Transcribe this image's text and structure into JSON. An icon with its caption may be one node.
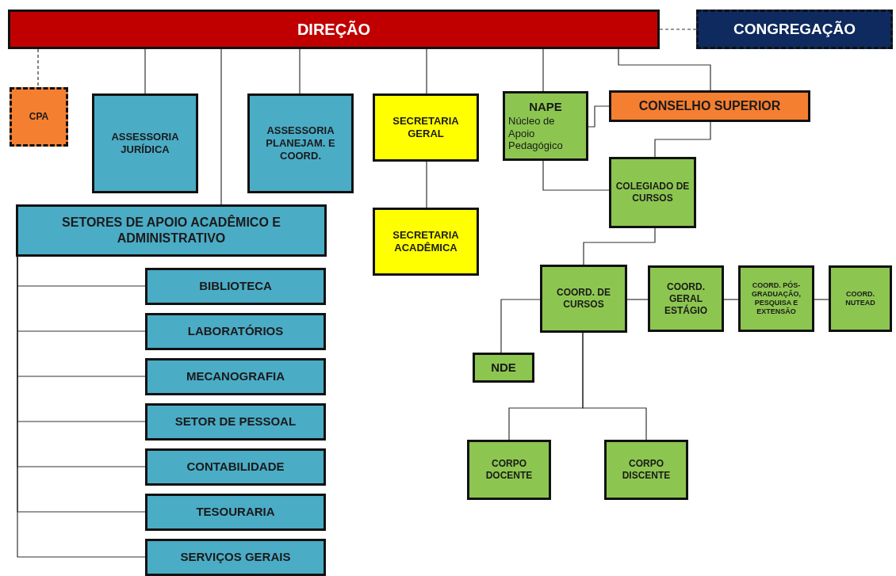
{
  "diagram": {
    "nodes": [
      {
        "text": [
          "DIREÇÃO"
        ]
      },
      {
        "text": [
          "CONGREGAÇÃO"
        ]
      },
      {
        "text": [
          "CPA"
        ]
      },
      {
        "text": [
          "ASSESSORIA JURÍDICA"
        ]
      },
      {
        "text": [
          "ASSESSORIA PLANEJAM. E COORD."
        ]
      },
      {
        "text": [
          "SECRETARIA GERAL"
        ]
      },
      {
        "text": [
          "NAPE",
          "Núcleo de Apoio Pedagógico"
        ]
      },
      {
        "text": [
          "CONSELHO SUPERIOR"
        ]
      },
      {
        "text": [
          "SETORES DE APOIO ACADÊMICO E ADMINISTRATIVO"
        ]
      },
      {
        "text": [
          "SECRETARIA ACADÊMICA"
        ]
      },
      {
        "text": [
          "COLEGIADO DE CURSOS"
        ]
      },
      {
        "text": [
          "BIBLIOTECA"
        ]
      },
      {
        "text": [
          "LABORATÓRIOS"
        ]
      },
      {
        "text": [
          "MECANOGRAFIA"
        ]
      },
      {
        "text": [
          "SETOR DE PESSOAL"
        ]
      },
      {
        "text": [
          "CONTABILIDADE"
        ]
      },
      {
        "text": [
          "TESOURARIA"
        ]
      },
      {
        "text": [
          "SERVIÇOS GERAIS"
        ]
      },
      {
        "text": [
          "COORD. DE CURSOS"
        ]
      },
      {
        "text": [
          "COORD. GERAL ESTÁGIO"
        ]
      },
      {
        "text": [
          "COORD. PÓS-GRADUAÇÃO, PESQUISA E EXTENSÃO"
        ]
      },
      {
        "text": [
          "COORD. NUTEAD"
        ]
      },
      {
        "text": [
          "NDE"
        ]
      },
      {
        "text": [
          "CORPO DOCENTE"
        ]
      },
      {
        "text": [
          "CORPO DISCENTE"
        ]
      }
    ],
    "edges": [
      {
        "from": 0,
        "to": 1,
        "arrow": "none",
        "style": "dashed"
      },
      {
        "from": 0,
        "to": 2,
        "arrow": "none",
        "style": "dashed"
      },
      {
        "from": 0,
        "to": 3,
        "arrow": "none"
      },
      {
        "from": 0,
        "to": 8,
        "arrow": "none"
      },
      {
        "from": 0,
        "to": 4,
        "arrow": "none"
      },
      {
        "from": 0,
        "to": 5,
        "arrow": "none"
      },
      {
        "from": 0,
        "to": 6,
        "arrow": "none"
      },
      {
        "from": 0,
        "to": 7,
        "arrow": "none"
      },
      {
        "from": 5,
        "to": 9,
        "arrow": "none"
      },
      {
        "from": 6,
        "to": 7,
        "arrow": "none"
      },
      {
        "from": 7,
        "to": 10,
        "arrow": "none"
      },
      {
        "from": 6,
        "to": 10,
        "arrow": "none"
      },
      {
        "from": 8,
        "to": 11,
        "arrow": "none"
      },
      {
        "from": 8,
        "to": 12,
        "arrow": "none"
      },
      {
        "from": 8,
        "to": 13,
        "arrow": "none"
      },
      {
        "from": 8,
        "to": 14,
        "arrow": "none"
      },
      {
        "from": 8,
        "to": 15,
        "arrow": "none"
      },
      {
        "from": 8,
        "to": 16,
        "arrow": "none"
      },
      {
        "from": 8,
        "to": 17,
        "arrow": "none"
      },
      {
        "from": 10,
        "to": 18,
        "arrow": "none"
      },
      {
        "from": 18,
        "to": 22,
        "arrow": "none"
      },
      {
        "from": 18,
        "to": 19,
        "arrow": "none"
      },
      {
        "from": 19,
        "to": 20,
        "arrow": "none"
      },
      {
        "from": 20,
        "to": 21,
        "arrow": "none"
      },
      {
        "from": 18,
        "to": 23,
        "arrow": "none"
      },
      {
        "from": 18,
        "to": 24,
        "arrow": "none"
      }
    ]
  }
}
